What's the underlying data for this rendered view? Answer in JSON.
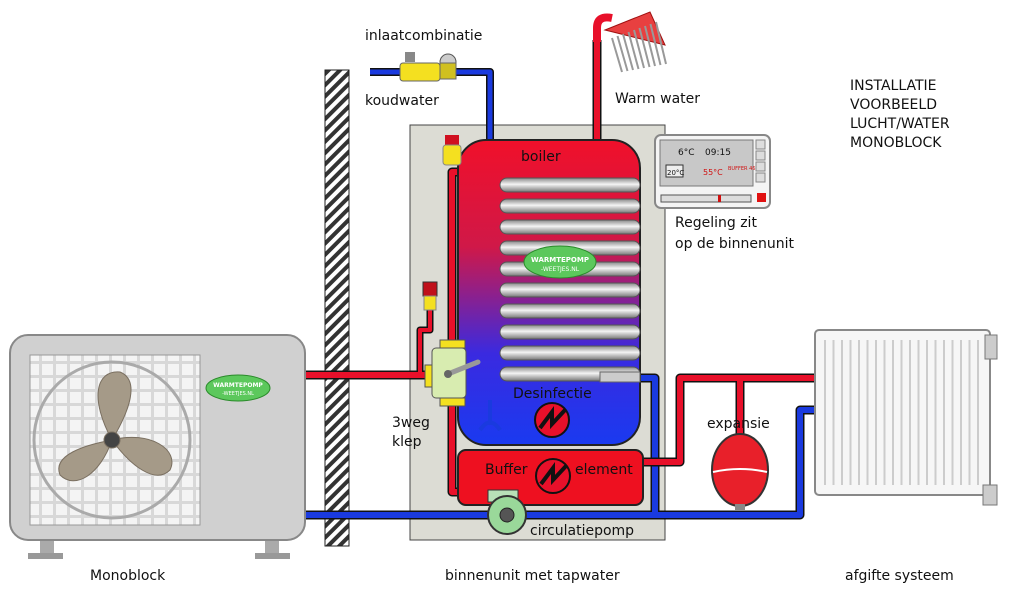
{
  "labels": {
    "inlet_combination": "inlaatcombinatie",
    "cold_water": "koudwater",
    "warm_water": "Warm water",
    "boiler": "boiler",
    "control_line1": "Regeling zit",
    "control_line2": "op de binnenunit",
    "disinfection": "Desinfectie",
    "three_way_line1": "3weg",
    "three_way_line2": "klep",
    "expansion": "expansie",
    "buffer": "Buffer",
    "element": "element",
    "circulation_pump": "circulatiepomp",
    "monoblock": "Monoblock",
    "indoor_unit": "binnenunit met tapwater",
    "emission_system": "afgifte systeem"
  },
  "title_lines": [
    "INSTALLATIE",
    "VOORBEELD",
    "LUCHT/WATER",
    "MONOBLOCK"
  ],
  "logo_text": [
    "WARMTEPOMP",
    "-WEETJES.NL"
  ],
  "control_panel": {
    "outdoor_temp": "6°C",
    "time": "09:15",
    "room_temp": "20°C",
    "water_temp": "55°C",
    "buffer_text": "BUFFER 46"
  },
  "colors": {
    "hot_pipe": "#e8102a",
    "cold_pipe": "#1a3adf",
    "unit_housing": "#dcdcd4",
    "logo_green": "#5cc85c"
  }
}
